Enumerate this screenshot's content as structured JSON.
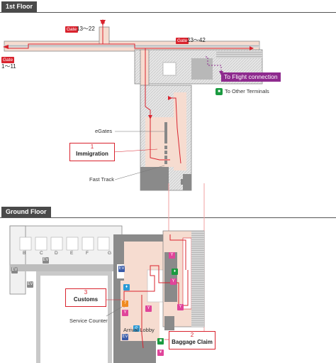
{
  "floors": {
    "first": "1st Floor",
    "ground": "Ground Floor"
  },
  "gates": {
    "badge": "Gate",
    "g1": "1～11",
    "g2": "13～22",
    "g3": "23～42"
  },
  "labels": {
    "flight_connection": "To Flight connection",
    "other_terminals": "To Other Terminals",
    "egates": "eGates",
    "fast_track": "Fast Track",
    "service_counter": "Service Counter",
    "arrival_lobby": "Arrival Lobby"
  },
  "callouts": {
    "immigration": {
      "num": "1",
      "text": "Immigration"
    },
    "baggage": {
      "num": "2",
      "text": "Baggage Claim"
    },
    "customs": {
      "num": "3",
      "text": "Customs"
    }
  },
  "bays": [
    "B",
    "C",
    "D",
    "E",
    "F",
    "G"
  ],
  "icons": {
    "ev": "EV",
    "terminal_bus": "bus-icon",
    "restroom": "restroom-icon",
    "info": "?"
  },
  "colors": {
    "route": "#d9232e",
    "purple": "#8e2a8e",
    "wall": "#8a8a8a",
    "floor": "#f6dcd0",
    "terminal_green": "#1a9a3f"
  }
}
